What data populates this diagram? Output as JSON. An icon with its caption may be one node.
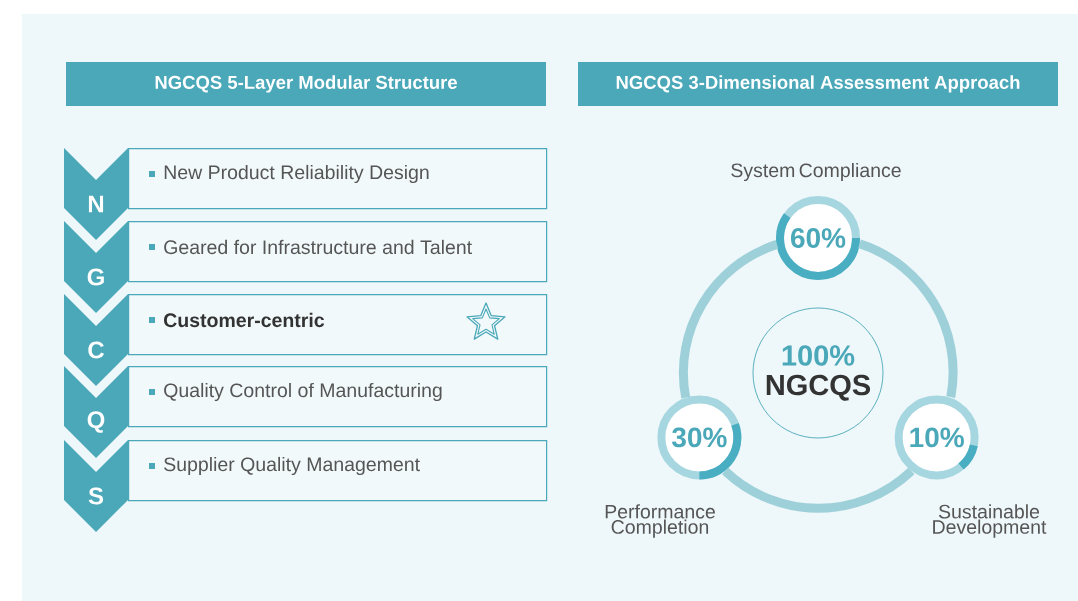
{
  "diagram": {
    "nodes": [
      {
        "text": [
          "NGCQS 5-Layer Modular Structure"
        ]
      },
      {
        "text": [
          "NGCQS 3-Dimensional Assessment Approach"
        ]
      },
      {
        "text": [
          "N"
        ]
      },
      {
        "text": [
          "G"
        ]
      },
      {
        "text": [
          "C"
        ]
      },
      {
        "text": [
          "Q"
        ]
      },
      {
        "text": [
          "S"
        ]
      },
      {
        "text": [
          "New Product Reliability Design"
        ]
      },
      {
        "text": [
          "Geared for Infrastructure and Talent"
        ]
      },
      {
        "text": [
          "Customer-centric"
        ]
      },
      {
        "text": [
          "Quality Control of Manufacturing"
        ]
      },
      {
        "text": [
          "Supplier Quality Management"
        ]
      },
      {
        "text": [
          "60%"
        ],
        "beside": [
          "System Compliance"
        ]
      },
      {
        "text": [
          "100%",
          "NGCQS"
        ]
      },
      {
        "text": [
          "30%"
        ],
        "beside": [
          "Performance Completion"
        ]
      },
      {
        "text": [
          "10%"
        ],
        "beside": [
          "Sustainable Development"
        ]
      }
    ],
    "edges": [
      {
        "from": 12,
        "to": 15,
        "arrow": "none"
      },
      {
        "from": 15,
        "to": 14,
        "arrow": "none"
      },
      {
        "from": 14,
        "to": 12,
        "arrow": "none"
      }
    ]
  }
}
